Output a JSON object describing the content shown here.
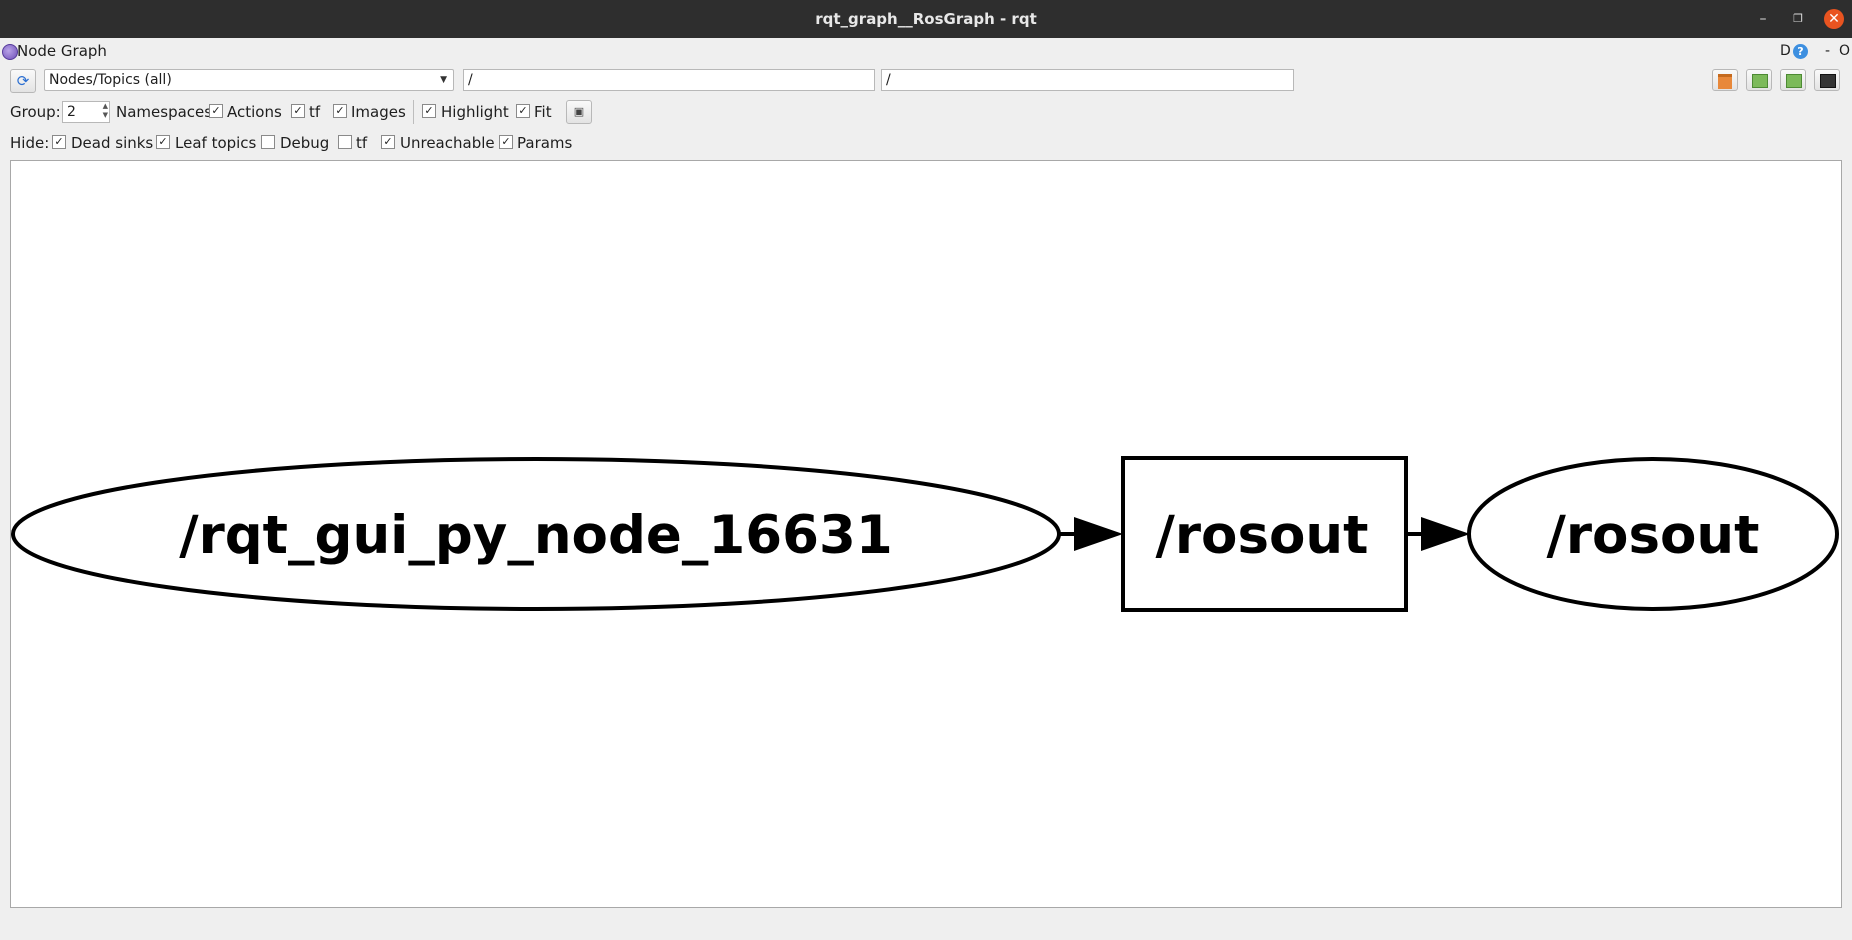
{
  "window": {
    "title": "rqt_graph__RosGraph - rqt",
    "minimize": "–",
    "maximize": "❐",
    "close": "✕"
  },
  "plugin": {
    "title": "Node Graph",
    "d_label": "D",
    "help_label": "?",
    "dash_label": "-",
    "o_label": "O"
  },
  "toolbar": {
    "refresh_icon": "refresh-icon",
    "graph_mode": "Nodes/Topics (all)",
    "node_filter": "/",
    "topic_filter": "/"
  },
  "options": {
    "group_label": "Group:",
    "group_value": "2",
    "namespaces_label": "Namespaces",
    "actions": {
      "label": "Actions",
      "checked": true
    },
    "tf": {
      "label": "tf",
      "checked": true
    },
    "images": {
      "label": "Images",
      "checked": true
    },
    "highlight": {
      "label": "Highlight",
      "checked": true
    },
    "fit": {
      "label": "Fit",
      "checked": true
    }
  },
  "hide": {
    "label": "Hide:",
    "dead_sinks": {
      "label": "Dead sinks",
      "checked": true
    },
    "leaf_topics": {
      "label": "Leaf topics",
      "checked": true
    },
    "debug": {
      "label": "Debug",
      "checked": false
    },
    "tf": {
      "label": "tf",
      "checked": false
    },
    "unreachable": {
      "label": "Unreachable",
      "checked": true
    },
    "params": {
      "label": "Params",
      "checked": true
    }
  },
  "graph": {
    "nodes": [
      {
        "id": "node1",
        "label": "/rqt_gui_py_node_16631",
        "shape": "ellipse"
      },
      {
        "id": "topic1",
        "label": "/rosout",
        "shape": "box"
      },
      {
        "id": "node2",
        "label": "/rosout",
        "shape": "ellipse"
      }
    ],
    "edges": [
      {
        "from": "node1",
        "to": "topic1"
      },
      {
        "from": "topic1",
        "to": "node2"
      }
    ]
  }
}
